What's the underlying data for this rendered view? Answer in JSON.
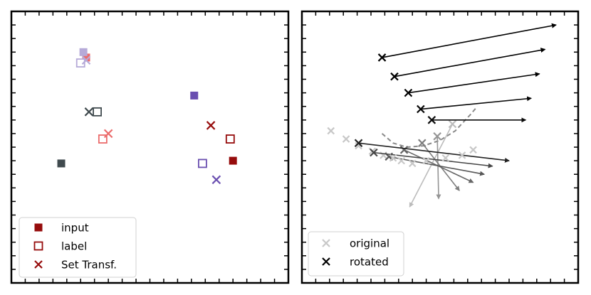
{
  "chart_data": [
    {
      "type": "scatter",
      "title": "",
      "xlabel": "",
      "ylabel": "",
      "xlim": [
        0,
        10
      ],
      "ylim": [
        0,
        10
      ],
      "grid": false,
      "legend_position": "bottom-left",
      "legend": [
        {
          "label": "input",
          "marker": "filled-square"
        },
        {
          "label": "label",
          "marker": "open-square"
        },
        {
          "label": "Set Transf.",
          "marker": "x"
        }
      ],
      "groups": [
        {
          "color": "#eb6b6b",
          "input": [
            2.7,
            8.3
          ],
          "label": [
            3.3,
            5.3
          ],
          "predicted": [
            3.5,
            5.5
          ]
        },
        {
          "color": "#b6aad8",
          "input": [
            2.6,
            8.5
          ],
          "label": [
            2.5,
            8.1
          ],
          "predicted": [
            2.7,
            8.2
          ]
        },
        {
          "color": "#404a4e",
          "input": [
            1.8,
            4.4
          ],
          "label": [
            3.1,
            6.3
          ],
          "predicted": [
            2.8,
            6.3
          ]
        },
        {
          "color": "#6a4fb0",
          "input": [
            6.6,
            6.9
          ],
          "label": [
            6.9,
            4.4
          ],
          "predicted": [
            7.4,
            3.8
          ]
        },
        {
          "color": "#960c0c",
          "input": [
            8.0,
            4.5
          ],
          "label": [
            7.9,
            5.3
          ],
          "predicted": [
            7.2,
            5.8
          ]
        }
      ]
    },
    {
      "type": "vector",
      "title": "",
      "xlabel": "",
      "ylabel": "",
      "xlim": [
        0,
        10
      ],
      "ylim": [
        0,
        10
      ],
      "grid": false,
      "legend_position": "bottom-left",
      "legend": [
        {
          "label": "original",
          "color": "#c8c8c8"
        },
        {
          "label": "rotated",
          "color": "#000000"
        }
      ],
      "curve": [
        [
          2.9,
          5.5
        ],
        [
          3.3,
          5.15
        ],
        [
          3.8,
          5.0
        ],
        [
          4.4,
          5.05
        ],
        [
          5.0,
          5.25
        ],
        [
          5.55,
          5.6
        ],
        [
          6.1,
          6.2
        ],
        [
          6.35,
          6.5
        ]
      ],
      "vectors": [
        {
          "original": [
            1.05,
            5.6
          ],
          "rotated": [
            5.45,
            5.85
          ],
          "arrow_end": [
            3.9,
            2.8
          ],
          "shade": 0.82
        },
        {
          "original": [
            1.6,
            5.3
          ],
          "rotated": [
            4.9,
            5.4
          ],
          "arrow_end": [
            4.95,
            3.1
          ],
          "shade": 0.65
        },
        {
          "original": [
            2.05,
            5.05
          ],
          "rotated": [
            4.35,
            5.15
          ],
          "arrow_end": [
            5.7,
            3.4
          ],
          "shade": 0.55
        },
        {
          "original": [
            2.55,
            4.85
          ],
          "rotated": [
            3.7,
            4.9
          ],
          "arrow_end": [
            6.2,
            3.7
          ],
          "shade": 0.45
        },
        {
          "original": [
            2.95,
            4.7
          ],
          "rotated": [
            3.15,
            4.65
          ],
          "arrow_end": [
            6.6,
            4.0
          ],
          "shade": 0.38
        },
        {
          "original": [
            3.3,
            4.6
          ],
          "rotated": [
            2.6,
            4.8
          ],
          "arrow_end": [
            6.9,
            4.3
          ],
          "shade": 0.3
        },
        {
          "original": [
            3.6,
            4.5
          ],
          "rotated": [
            2.05,
            5.15
          ],
          "arrow_end": [
            7.5,
            4.5
          ],
          "shade": 0.15
        },
        {
          "original": [
            4.0,
            4.4
          ],
          "rotated": [
            4.7,
            6.0
          ],
          "arrow_end": [
            8.1,
            6.0
          ],
          "shade": 0.05
        },
        {
          "original": [
            4.5,
            4.5
          ],
          "rotated": [
            4.3,
            6.4
          ],
          "arrow_end": [
            8.3,
            6.8
          ],
          "shade": 0.02
        },
        {
          "original": [
            5.2,
            4.6
          ],
          "rotated": [
            3.85,
            7.0
          ],
          "arrow_end": [
            8.6,
            7.7
          ],
          "shade": 0.0
        },
        {
          "original": [
            5.8,
            4.7
          ],
          "rotated": [
            3.35,
            7.6
          ],
          "arrow_end": [
            8.8,
            8.6
          ],
          "shade": 0.0
        },
        {
          "original": [
            6.2,
            4.9
          ],
          "rotated": [
            2.9,
            8.3
          ],
          "arrow_end": [
            9.2,
            9.5
          ],
          "shade": 0.0
        }
      ]
    }
  ]
}
